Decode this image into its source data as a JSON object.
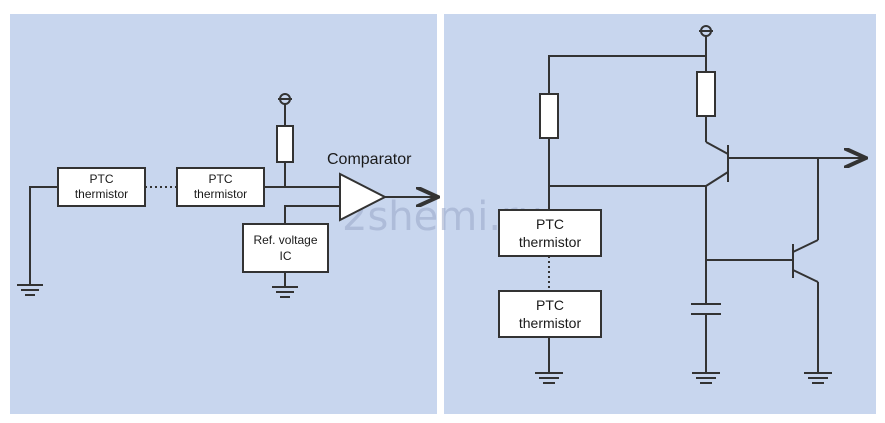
{
  "colors": {
    "panel_background": "#c8d6ee",
    "line": "#333333",
    "component_fill": "#ffffff",
    "watermark": "#9aa7c8"
  },
  "left_panel": {
    "comparator_label": "Comparator",
    "ptc1_line1": "PTC",
    "ptc1_line2": "thermistor",
    "ptc2_line1": "PTC",
    "ptc2_line2": "thermistor",
    "ref_line1": "Ref. voltage",
    "ref_line2": "IC"
  },
  "right_panel": {
    "ptc1_line1": "PTC",
    "ptc1_line2": "thermistor",
    "ptc2_line1": "PTC",
    "ptc2_line2": "thermistor"
  },
  "watermark": "2shemi.ru",
  "icons": [
    "ground-icon",
    "supply-terminal-icon",
    "resistor-icon",
    "comparator-icon",
    "npn-transistor-icon",
    "capacitor-icon",
    "arrow-icon"
  ]
}
